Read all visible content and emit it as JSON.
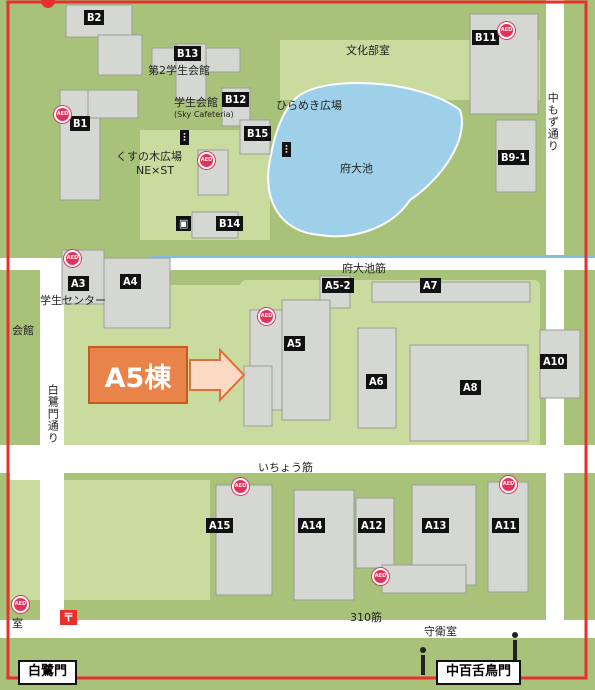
{
  "map": {
    "colors": {
      "ground": "#a8c27a",
      "lawn": "#c9db9e",
      "road": "#ffffff",
      "water": "#9fd0ea",
      "building": "#d5d8d2",
      "callout": "#e8834a",
      "border": "#e8302c"
    },
    "callout": {
      "label": "A5棟"
    },
    "buildings": {
      "b2": "B2",
      "b13": "B13",
      "b12": "B12",
      "b15": "B15",
      "b14": "B14",
      "b11": "B11",
      "b1": "B1",
      "b9_1": "B9-1",
      "a3": "A3",
      "a4": "A4",
      "a5_2": "A5-2",
      "a7": "A7",
      "a5": "A5",
      "a6": "A6",
      "a8": "A8",
      "a10": "A10",
      "a15": "A15",
      "a14": "A14",
      "a12": "A12",
      "a13": "A13",
      "a11": "A11"
    },
    "places": {
      "culture_room": "文化部室",
      "student_hall2": "第2学生会館",
      "student_hall": "学生会館",
      "sky_cafeteria": "(Sky Cafeteria)",
      "hirameki": "ひらめき広場",
      "fudai_pond": "府大池",
      "kusunoki_line1": "くすの木広場",
      "kusunoki_line2": "NE×ST",
      "nakamozu_road": "中もず通り",
      "fudaiike_st": "府大池筋",
      "student_center": "学生センター",
      "kaikan": "会館",
      "shirasagi_road": "白鷺門通り",
      "icho_st": "いちょう筋",
      "st310": "310筋",
      "guard_right": "守衛室",
      "guard_left": "室"
    },
    "gates": {
      "shirasagi": "白鷺門",
      "nakamozu": "中百舌鳥門"
    },
    "icons": [
      "aed-icon",
      "restaurant-icon",
      "shop-icon",
      "info-icon",
      "red-pin-icon"
    ]
  }
}
